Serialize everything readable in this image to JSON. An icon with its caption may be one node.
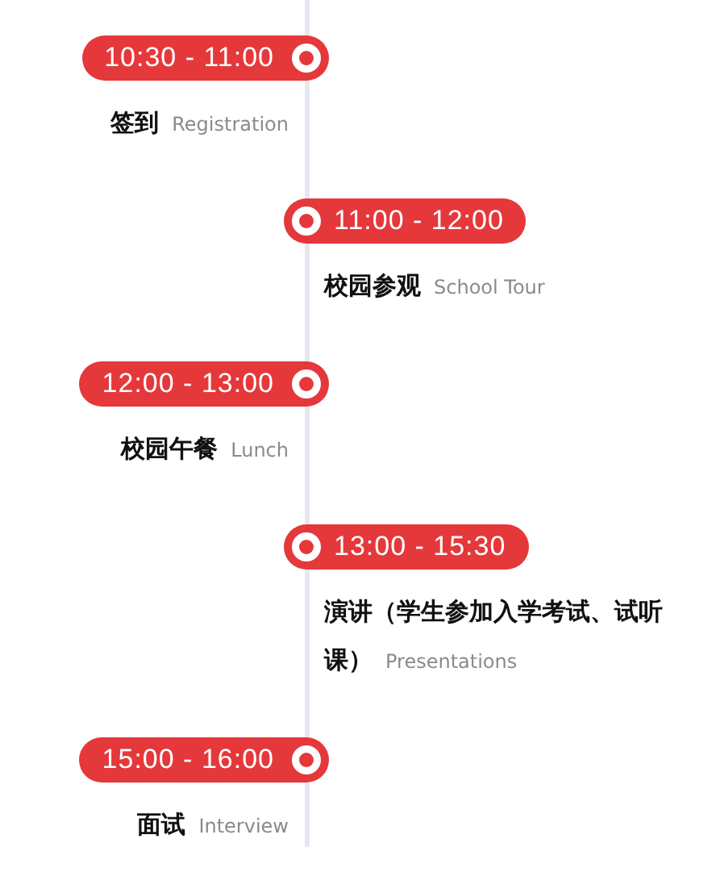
{
  "diagram": {
    "nodes": [
      {
        "text": [
          "10:30 - 11:00"
        ],
        "beside": [
          "签到",
          "Registration"
        ]
      },
      {
        "text": [
          "11:00 - 12:00"
        ],
        "beside": [
          "校园参观",
          "School Tour"
        ]
      },
      {
        "text": [
          "12:00 - 13:00"
        ],
        "beside": [
          "校园午餐",
          "Lunch"
        ]
      },
      {
        "text": [
          "13:00 - 15:30"
        ],
        "beside": [
          "演讲（学生参加入学考试、试听课）",
          "Presentations"
        ]
      },
      {
        "text": [
          "15:00 - 16:00"
        ],
        "beside": [
          "面试",
          "Interview"
        ]
      }
    ]
  }
}
